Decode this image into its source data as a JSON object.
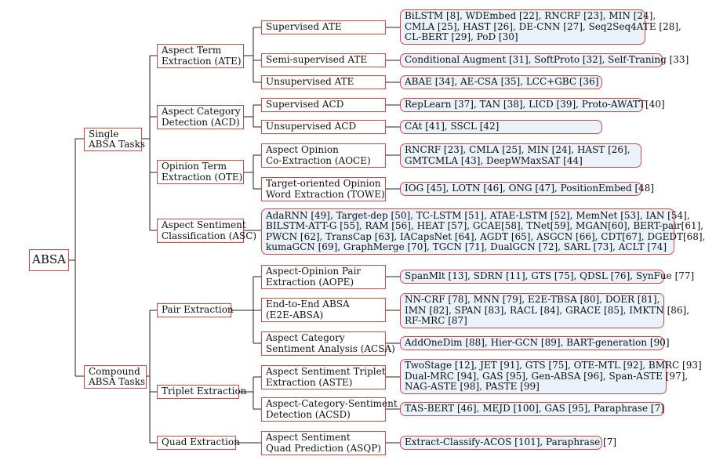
{
  "root": "ABSA",
  "single": {
    "label": [
      "Single",
      "ABSA Tasks"
    ],
    "ate": {
      "label": [
        "Aspect Term",
        "Extraction (ATE)"
      ],
      "supervised": {
        "label": "Supervised ATE",
        "methods": [
          "BiLSTM [8], WDEmbed [22], RNCRF [23], MIN [24],",
          "CMLA [25], HAST [26], DE-CNN [27], Seq2Seq4ATE [28],",
          "CL-BERT [29], PoD [30]"
        ]
      },
      "semi": {
        "label": "Semi-supervised ATE",
        "methods": [
          "Conditional Augment [31], SoftProto [32], Self-Traning [33]"
        ]
      },
      "unsupervised": {
        "label": "Unsupervised ATE",
        "methods": [
          "ABAE [34], AE-CSA [35], LCC+GBC [36]"
        ]
      }
    },
    "acd": {
      "label": [
        "Aspect Category",
        "Detection (ACD)"
      ],
      "supervised": {
        "label": "Supervised ACD",
        "methods": [
          "RepLearn [37], TAN [38], LICD [39], Proto-AWATT[40]"
        ]
      },
      "unsupervised": {
        "label": "Unsupervised ACD",
        "methods": [
          "CAt [41], SSCL [42]"
        ]
      }
    },
    "ote": {
      "label": [
        "Opinion Term",
        "Extraction (OTE)"
      ],
      "aoce": {
        "label": [
          "Aspect Opinion",
          "Co-Extraction (AOCE)"
        ],
        "methods": [
          "RNCRF [23], CMLA [25], MIN [24], HAST [26],",
          "GMTCMLA [43], DeepWMaxSAT [44]"
        ]
      },
      "towe": {
        "label": [
          "Target-oriented Opinion",
          "Word Extraction (TOWE)"
        ],
        "methods": [
          "IOG [45], LOTN [46], ONG [47], PositionEmbed [48]"
        ]
      }
    },
    "asc": {
      "label": [
        "Aspect Sentiment",
        "Classification (ASC)"
      ],
      "methods": [
        "AdaRNN [49], Target-dep [50], TC-LSTM [51], ATAE-LSTM [52], MemNet [53], IAN [54],",
        "BILSTM-ATT-G [55], RAM [56], HEAT [57], GCAE[58], TNet[59], MGAN[60], BERT-pair[61],",
        "PWCN [62], TransCap [63], IACapsNet [64], AGDT [65], ASGCN [66], CDT[67], DGEDT[68],",
        "kumaGCN [69], GraphMerge [70], TGCN [71], DualGCN [72], SARL [73], ACLT [74]"
      ]
    }
  },
  "compound": {
    "label": [
      "Compound",
      "ABSA Tasks"
    ],
    "pair": {
      "label": "Pair Extraction",
      "aope": {
        "label": [
          "Aspect-Opinion Pair",
          "Extraction (AOPE)"
        ],
        "methods": [
          "SpanMlt [13], SDRN [11], GTS [75], QDSL [76], SynFue [77]"
        ]
      },
      "e2e": {
        "label": [
          "End-to-End ABSA",
          "(E2E-ABSA)"
        ],
        "methods": [
          "NN-CRF [78], MNN [79], E2E-TBSA [80], DOER [81],",
          "IMN [82], SPAN [83], RACL [84], GRACE [85], IMKTN [86],",
          "RF-MRC [87]"
        ]
      },
      "acsa": {
        "label": [
          "Aspect Category",
          "Sentiment Analysis (ACSA)"
        ],
        "methods": [
          "AddOneDim [88], Hier-GCN [89], BART-generation [90]"
        ]
      }
    },
    "triplet": {
      "label": "Triplet Extraction",
      "aste": {
        "label": [
          "Aspect Sentiment Triplet",
          "Extraction (ASTE)"
        ],
        "methods": [
          "TwoStage [12], JET [91], GTS [75], OTE-MTL [92], BMRC [93]",
          "Dual-MRC [94], GAS [95], Gen-ABSA [96], Span-ASTE [97],",
          "NAG-ASTE [98], PASTE [99]"
        ]
      },
      "acsd": {
        "label": [
          "Aspect-Category-Sentiment",
          "Detection (ACSD)"
        ],
        "methods": [
          "TAS-BERT [46], MEJD [100], GAS [95], Paraphrase [7]"
        ]
      }
    },
    "quad": {
      "label": "Quad Extraction",
      "asqp": {
        "label": [
          "Aspect Sentiment",
          "Quad Prediction (ASQP)"
        ],
        "methods": [
          "Extract-Classify-ACOS [101], Paraphrase [7]"
        ]
      }
    }
  }
}
